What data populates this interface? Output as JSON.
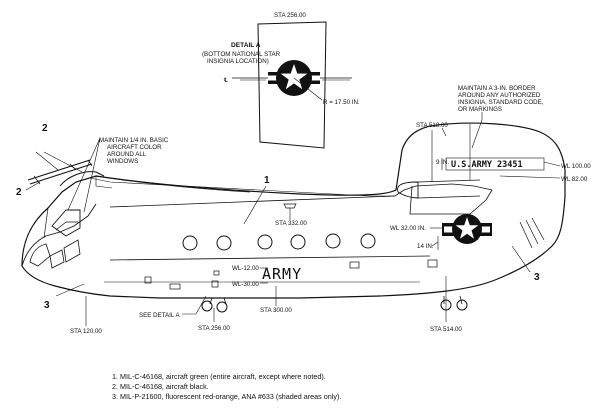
{
  "detail": {
    "title": "DETAIL A",
    "subtitle_line1": "(BOTTOM NATIONAL STAR",
    "subtitle_line2": "INSIGNIA LOCATION)",
    "station": "STA 256.00",
    "radius": "R = 17.50 IN.",
    "centerline": "℄"
  },
  "callouts": {
    "basic_color_1": "MAINTAIN 1/4 IN. BASIC",
    "basic_color_2": "AIRCRAFT COLOR",
    "basic_color_3": "AROUND ALL",
    "basic_color_4": "WINDOWS",
    "border_1": "MAINTAIN A 3-IN. BORDER",
    "border_2": "AROUND ANY AUTHORIZED",
    "border_3": "INSIGNIA, STANDARD CODE,",
    "border_4": "OR MARKINGS",
    "see_detail": "SEE DETAIL A"
  },
  "stations": {
    "sta518": "STA 518.00",
    "sta332": "STA 332.00",
    "sta300": "STA 300.00",
    "sta256": "STA 256.00",
    "sta120": "STA 120.00",
    "sta514": "STA 514.00"
  },
  "waterlines": {
    "wl100": "WL 100.00",
    "wl82": "WL 82.00",
    "wl32": "WL 32.00 IN.",
    "wl12": "WL-12.00",
    "wl30": "WL-30.00",
    "in14": "14 IN.",
    "in9": "9 IN."
  },
  "markings": {
    "army": "ARMY",
    "serial": "U.S.ARMY 23451"
  },
  "numbers": {
    "n1": "1",
    "n2a": "2",
    "n2b": "2",
    "n3a": "3",
    "n3b": "3"
  },
  "legend": {
    "item1": "1.  MIL-C-46168, aircraft green (entire aircraft, except where noted).",
    "item2": "2.  MIL-C-46168, aircraft black.",
    "item3": "3.  MIL-P-21600, fluorescent red-orange, ANA #633 (shaded areas only)."
  }
}
